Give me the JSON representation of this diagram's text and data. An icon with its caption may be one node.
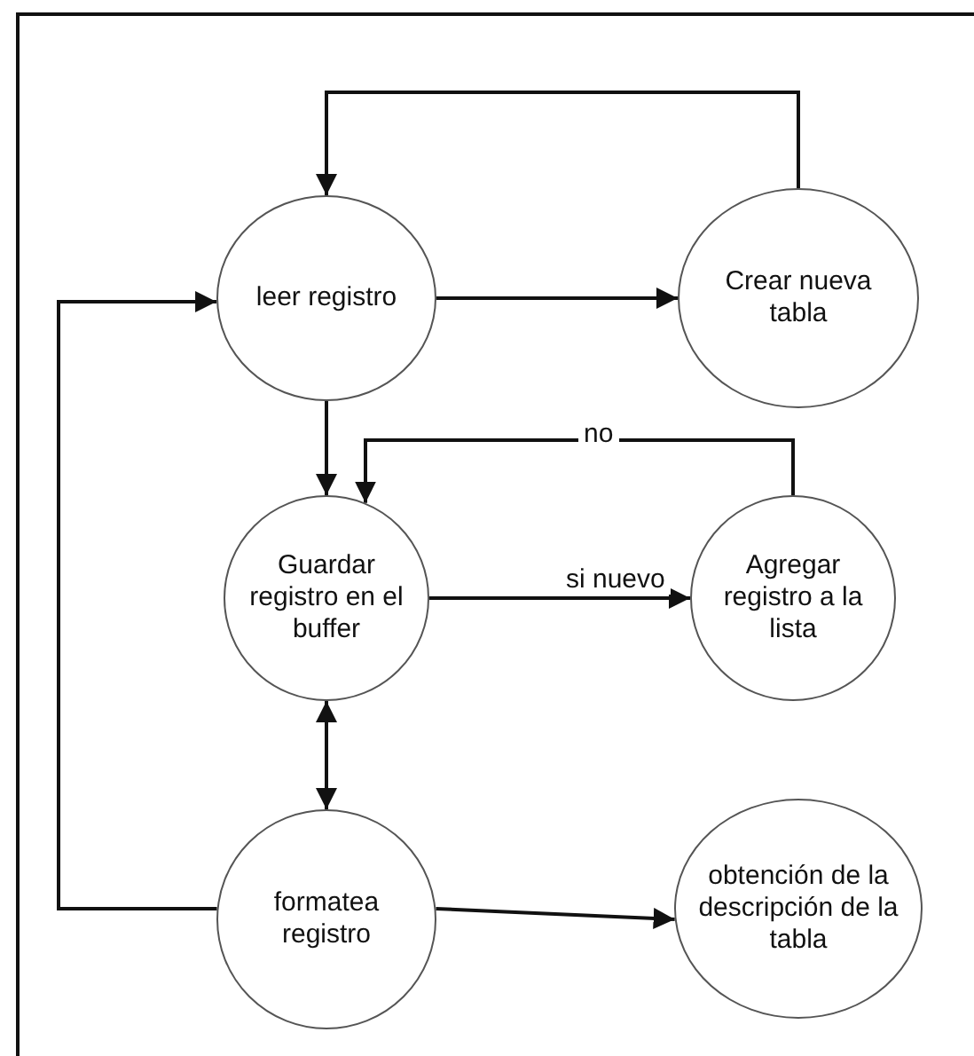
{
  "diagram": {
    "nodes": [
      {
        "text": [
          "leer registro"
        ]
      },
      {
        "text": [
          "Crear nueva tabla"
        ]
      },
      {
        "text": [
          "Guardar registro en el buffer"
        ]
      },
      {
        "text": [
          "Agregar registro a la lista"
        ]
      },
      {
        "text": [
          "formatea registro"
        ]
      },
      {
        "text": [
          "obtención de la descripción de la tabla"
        ]
      }
    ],
    "edges": [
      {
        "from": 0,
        "to": 1,
        "arrow": "to"
      },
      {
        "from": 1,
        "to": 0,
        "arrow": "to"
      },
      {
        "from": 0,
        "to": 2,
        "arrow": "to"
      },
      {
        "from": 3,
        "to": 2,
        "arrow": "to",
        "label": "no"
      },
      {
        "from": 2,
        "to": 3,
        "arrow": "to",
        "label": "si nuevo"
      },
      {
        "from": 2,
        "to": 4,
        "arrow": "both"
      },
      {
        "from": 4,
        "to": 0,
        "arrow": "to"
      },
      {
        "from": 4,
        "to": 5,
        "arrow": "to"
      }
    ]
  }
}
